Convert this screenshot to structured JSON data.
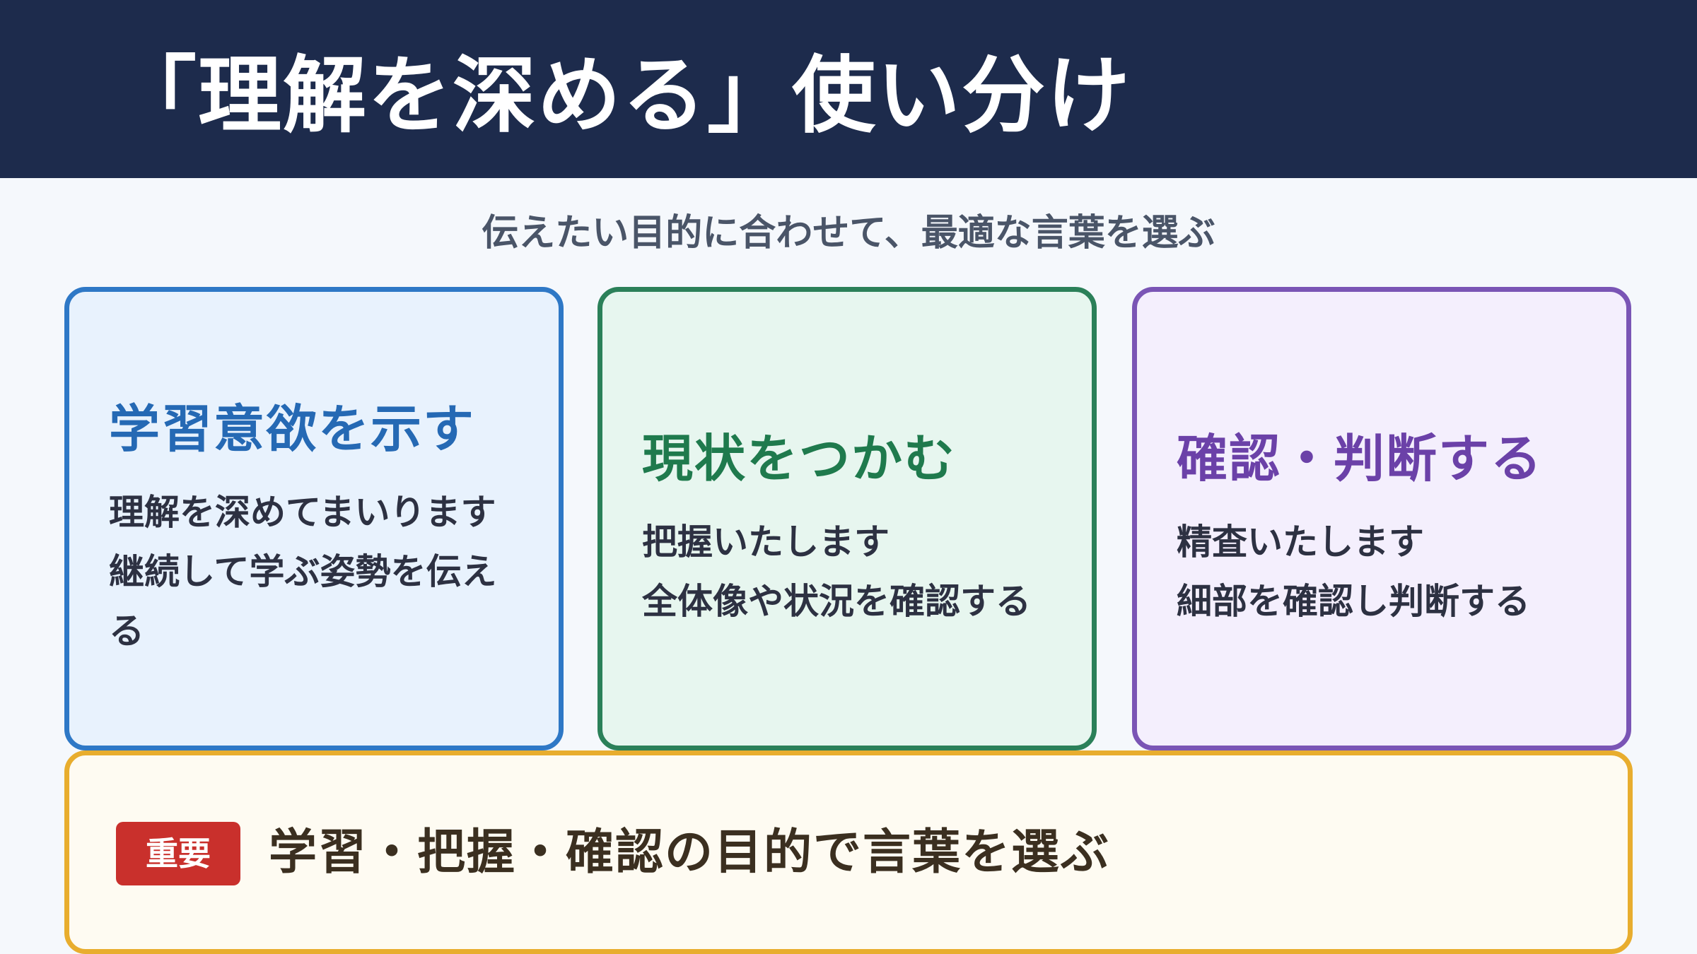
{
  "header": {
    "title": "「理解を深める」使い分け"
  },
  "subtitle": "伝えたい目的に合わせて、最適な言葉を選ぶ",
  "cards": [
    {
      "title": "学習意欲を示す",
      "lines": [
        "理解を深めてまいります",
        "継続して学ぶ姿勢を伝える"
      ],
      "accent": "#2569b4"
    },
    {
      "title": "現状をつかむ",
      "lines": [
        "把握いたします",
        "全体像や状況を確認する"
      ],
      "accent": "#1f7a4d"
    },
    {
      "title": "確認・判断する",
      "lines": [
        "精査いたします",
        "細部を確認し判断する"
      ],
      "accent": "#6b41a8"
    }
  ],
  "important": {
    "badge": "重要",
    "text": "学習・把握・確認の目的で言葉を選ぶ",
    "badge_color": "#c9302c",
    "border_color": "#e8ad2e"
  }
}
